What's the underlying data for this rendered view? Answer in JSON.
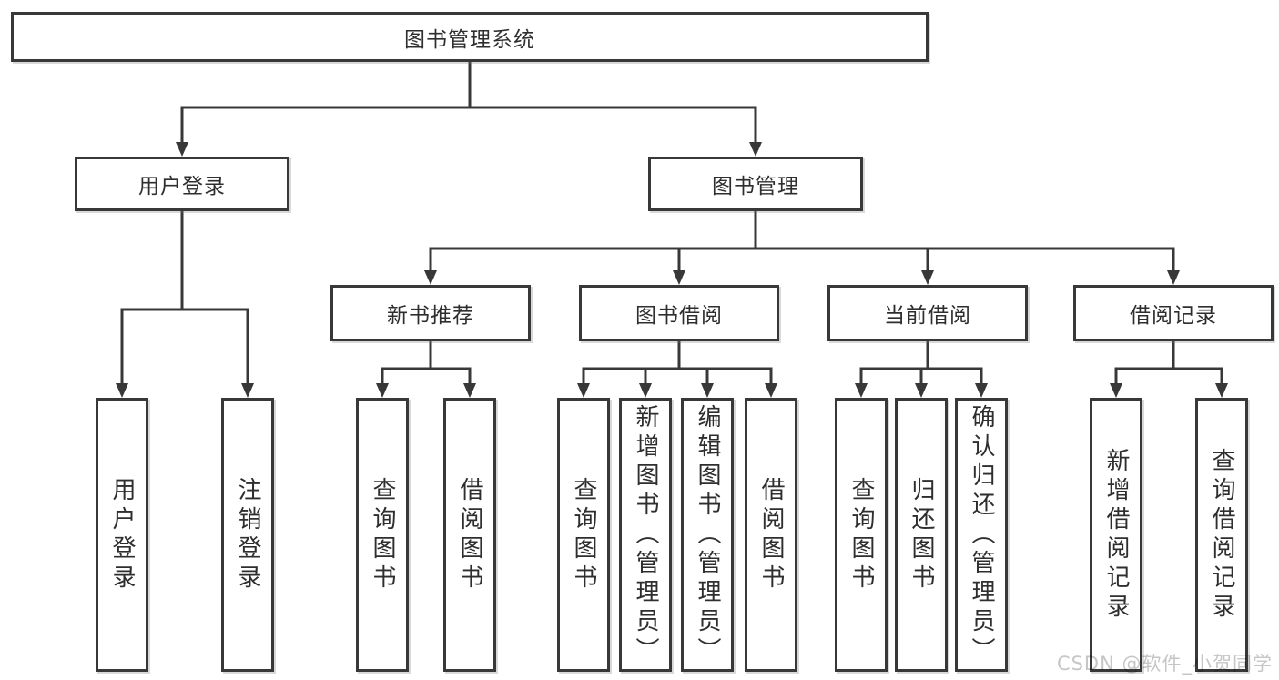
{
  "diagram": {
    "type": "tree",
    "title": "图书管理系统",
    "colors": {
      "line": "#383838",
      "box_border": "#383838",
      "box_fill": "#ffffff",
      "text": "#2e2e2e",
      "background": "#ffffff",
      "watermark": "#c6c6c6"
    },
    "root": {
      "id": "root",
      "label": "图书管理系统",
      "children": [
        {
          "id": "user-login",
          "label": "用户登录",
          "children": [
            {
              "id": "user-login-leaf",
              "label": "用户登录"
            },
            {
              "id": "logout-login",
              "label": "注销登录"
            }
          ]
        },
        {
          "id": "book-management",
          "label": "图书管理",
          "children": [
            {
              "id": "new-book-recommend",
              "label": "新书推荐",
              "children": [
                {
                  "id": "nb-query-books",
                  "label": "查询图书"
                },
                {
                  "id": "nb-borrow-books",
                  "label": "借阅图书"
                }
              ]
            },
            {
              "id": "book-borrowing",
              "label": "图书借阅",
              "children": [
                {
                  "id": "bb-query-books",
                  "label": "查询图书"
                },
                {
                  "id": "bb-add-books-admin",
                  "label": "新增图书（管理员）"
                },
                {
                  "id": "bb-edit-books-admin",
                  "label": "编辑图书（管理员）"
                },
                {
                  "id": "bb-borrow-books",
                  "label": "借阅图书"
                }
              ]
            },
            {
              "id": "current-borrowing",
              "label": "当前借阅",
              "children": [
                {
                  "id": "cb-query-books",
                  "label": "查询图书"
                },
                {
                  "id": "cb-return-books",
                  "label": "归还图书"
                },
                {
                  "id": "cb-confirm-return-admin",
                  "label": "确认归还（管理员）"
                }
              ]
            },
            {
              "id": "borrow-records",
              "label": "借阅记录",
              "children": [
                {
                  "id": "rec-add-borrow-record",
                  "label": "新增借阅记录"
                },
                {
                  "id": "rec-query-borrow-record",
                  "label": "查询借阅记录"
                }
              ]
            }
          ]
        }
      ]
    }
  },
  "watermark": {
    "text": "CSDN @软件_小贺同学"
  }
}
